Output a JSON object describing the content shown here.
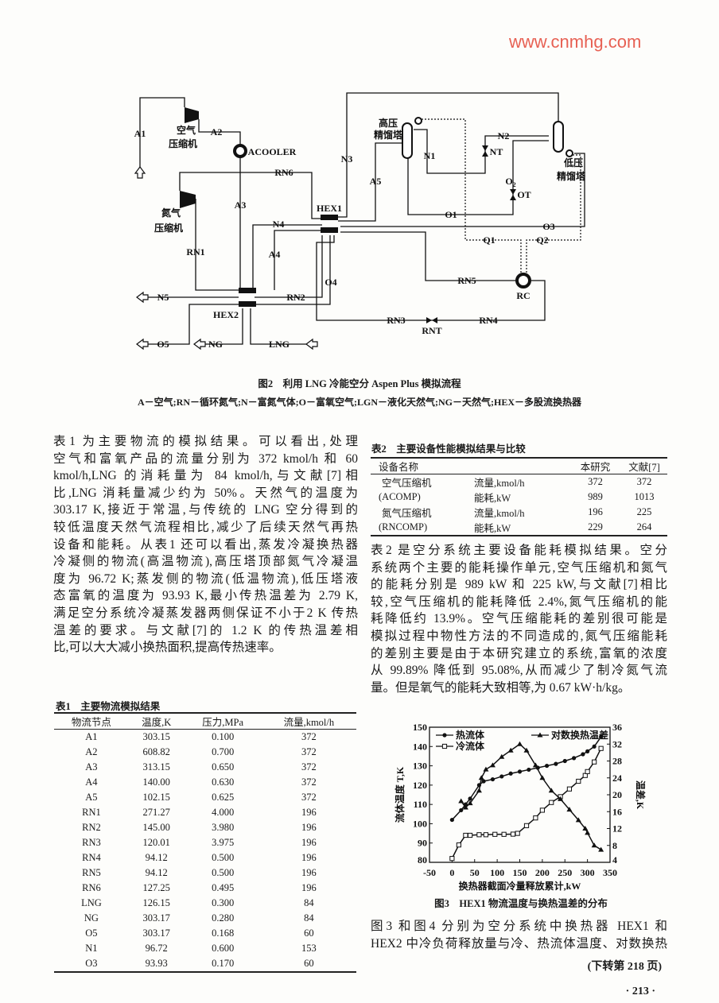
{
  "figure2": {
    "labels": {
      "A1": "A1",
      "A2": "A2",
      "A3": "A3",
      "A4": "A4",
      "A5": "A5",
      "acooler": "ACOOLER",
      "air_comp_1": "空气",
      "air_comp_2": "压缩机",
      "n2_comp_1": "氮气",
      "n2_comp_2": "压缩机",
      "RN1": "RN1",
      "RN2": "RN2",
      "RN3": "RN3",
      "RN4": "RN4",
      "RN5": "RN5",
      "RN6": "RN6",
      "N1": "N1",
      "N2": "N2",
      "N3": "N3",
      "N4": "N4",
      "N5": "N5",
      "NT": "NT",
      "O1": "O1",
      "O2": "O",
      "O2sub": "2",
      "O3": "O3",
      "O4": "O4",
      "O5": "O5",
      "OT": "OT",
      "Q1": "Q1",
      "Q2": "Q2",
      "HEX1": "HEX1",
      "HEX2": "HEX2",
      "RC": "RC",
      "RNT": "RNT",
      "NG": "NG",
      "LNG": "LNG",
      "hp_1": "高压",
      "hp_2": "精馏塔",
      "lp_1": "低压",
      "lp_2": "精馏塔"
    },
    "caption": "图2　利用 LNG 冷能空分 Aspen Plus 模拟流程",
    "legend": "A－空气;RN－循环氮气;N－富氮气体;O－富氧空气;LGN－液化天然气;NG－天然气;HEX－多股流换热器"
  },
  "left_paragraph": [
    "表1 为主要物流的模拟结果。可以看出,处理",
    "空气和富氧产品的流量分别为 372 kmol/h 和 60",
    "kmol/h,LNG 的消耗量为 84 kmol/h,与文献[7]相",
    "比,LNG 消耗量减少约为 50%。天然气的温度为",
    "303.17 K,接近于常温,与传统的 LNG 空分得到的",
    "较低温度天然气流程相比,减少了后续天然气再热",
    "设备和能耗。从表1 还可以看出,蒸发冷凝换热器",
    "冷凝侧的物流(高温物流),高压塔顶部氮气冷凝温",
    "度为 96.72 K;蒸发侧的物流(低温物流),低压塔液",
    "态富氧的温度为 93.93 K,最小传热温差为 2.79 K,",
    "满足空分系统冷凝蒸发器两侧保证不小于2 K 传热",
    "温差的要求。与文献[7]的 1.2 K 的传热温差相",
    "比,可以大大减小换热面积,提高传热速率。"
  ],
  "table1": {
    "title": "表1　主要物流模拟结果",
    "headers": [
      "物流节点",
      "温度,K",
      "压力,MPa",
      "流量,kmol/h"
    ],
    "rows": [
      [
        "A1",
        "303.15",
        "0.100",
        "372"
      ],
      [
        "A2",
        "608.82",
        "0.700",
        "372"
      ],
      [
        "A3",
        "313.15",
        "0.650",
        "372"
      ],
      [
        "A4",
        "140.00",
        "0.630",
        "372"
      ],
      [
        "A5",
        "102.15",
        "0.625",
        "372"
      ],
      [
        "RN1",
        "271.27",
        "4.000",
        "196"
      ],
      [
        "RN2",
        "145.00",
        "3.980",
        "196"
      ],
      [
        "RN3",
        "120.01",
        "3.975",
        "196"
      ],
      [
        "RN4",
        "94.12",
        "0.500",
        "196"
      ],
      [
        "RN5",
        "94.12",
        "0.500",
        "196"
      ],
      [
        "RN6",
        "127.25",
        "0.495",
        "196"
      ],
      [
        "LNG",
        "126.15",
        "0.300",
        "84"
      ],
      [
        "NG",
        "303.17",
        "0.280",
        "84"
      ],
      [
        "O5",
        "303.17",
        "0.168",
        "60"
      ],
      [
        "N1",
        "96.72",
        "0.600",
        "153"
      ],
      [
        "O3",
        "93.93",
        "0.170",
        "60"
      ]
    ]
  },
  "table2": {
    "title": "表2　主要设备性能模拟结果与比较",
    "headers": [
      "设备名称",
      "",
      "本研究",
      "文献[7]"
    ],
    "rows": [
      [
        "空气压缩机",
        "流量,kmol/h",
        "372",
        "372"
      ],
      [
        "(ACOMP)",
        "能耗,kW",
        "989",
        "1013"
      ],
      [
        "氮气压缩机",
        "流量,kmol/h",
        "196",
        "225"
      ],
      [
        "(RNCOMP)",
        "能耗,kW",
        "229",
        "264"
      ]
    ]
  },
  "right_paragraph": [
    "表2 是空分系统主要设备能耗模拟结果。空分",
    "系统两个主要的能耗操作单元,空气压缩机和氮气",
    "的能耗分别是 989 kW 和 225 kW,与文献[7]相比",
    "较,空气压缩机的能耗降低 2.4%,氮气压缩机的能",
    "耗降低约 13.9%。空气压缩能耗的差别很可能是",
    "模拟过程中物性方法的不同造成的,氮气压缩能耗",
    "的差别主要是由于本研究建立的系统,富氧的浓度",
    "从 99.89% 降低到 95.08%,从而减少了制冷氮气流",
    "量。但是氧气的能耗大致相等,为 0.67 kW·h/kg。"
  ],
  "chart_data": {
    "type": "line",
    "title": "图3　HEX1 物流温度与换热温差的分布",
    "xlabel": "换热器截面冷量释放累计,kW",
    "ylabel": "流体温度 T,K",
    "y2label": "温差,K",
    "xlim": [
      -50,
      350
    ],
    "ylim": [
      80,
      150
    ],
    "y2lim": [
      4,
      36
    ],
    "xticks": [
      -50,
      0,
      50,
      100,
      150,
      200,
      250,
      300,
      350
    ],
    "yticks": [
      80,
      90,
      100,
      110,
      120,
      130,
      140,
      150
    ],
    "y2ticks": [
      4,
      8,
      12,
      16,
      20,
      24,
      28,
      32,
      36
    ],
    "legend_position": "top-left",
    "series": [
      {
        "name": "热流体",
        "axis": "left",
        "marker": "filled-circle",
        "x": [
          0,
          20,
          30,
          40,
          60,
          70,
          90,
          110,
          130,
          150,
          170,
          190,
          210,
          230,
          250,
          270,
          290,
          300,
          315,
          330
        ],
        "y": [
          102,
          107,
          110,
          113,
          120,
          122,
          123,
          124.5,
          126,
          127,
          128,
          129,
          130,
          131,
          132.5,
          134,
          136,
          137.5,
          140,
          145
        ]
      },
      {
        "name": "冷流体",
        "axis": "left",
        "marker": "open-square",
        "x": [
          0,
          15,
          30,
          40,
          60,
          75,
          95,
          115,
          135,
          145,
          165,
          185,
          200,
          220,
          240,
          260,
          280,
          295,
          300,
          315,
          330
        ],
        "y": [
          82,
          89,
          94,
          94,
          94.3,
          94.3,
          94.5,
          94.5,
          94.6,
          95,
          99,
          103,
          107,
          111,
          114,
          118,
          122,
          125,
          127,
          132,
          139
        ]
      },
      {
        "name": "对数换热温差",
        "axis": "right",
        "marker": "triangle",
        "x": [
          20,
          30,
          40,
          60,
          65,
          75,
          90,
          110,
          130,
          150,
          165,
          185,
          200,
          220,
          240,
          260,
          280,
          295,
          300,
          315,
          330
        ],
        "y": [
          18.5,
          17,
          18,
          21,
          24,
          26,
          27,
          29,
          30.5,
          32,
          30.5,
          27,
          24,
          21,
          19,
          16.5,
          14,
          12,
          11,
          8,
          7
        ]
      }
    ]
  },
  "right_bottom": [
    "图3 和图4 分别为空分系统中换热器 HEX1 和",
    "HEX2 中冷负荷释放量与冷、热流体温度、对数换热"
  ],
  "continued": "(下转第 218 页)",
  "page_number": "· 213 ·",
  "watermark": "www.cnmhg.com",
  "colors": {
    "ink": "#1a1a1a",
    "watermark": "#e23a2a"
  }
}
